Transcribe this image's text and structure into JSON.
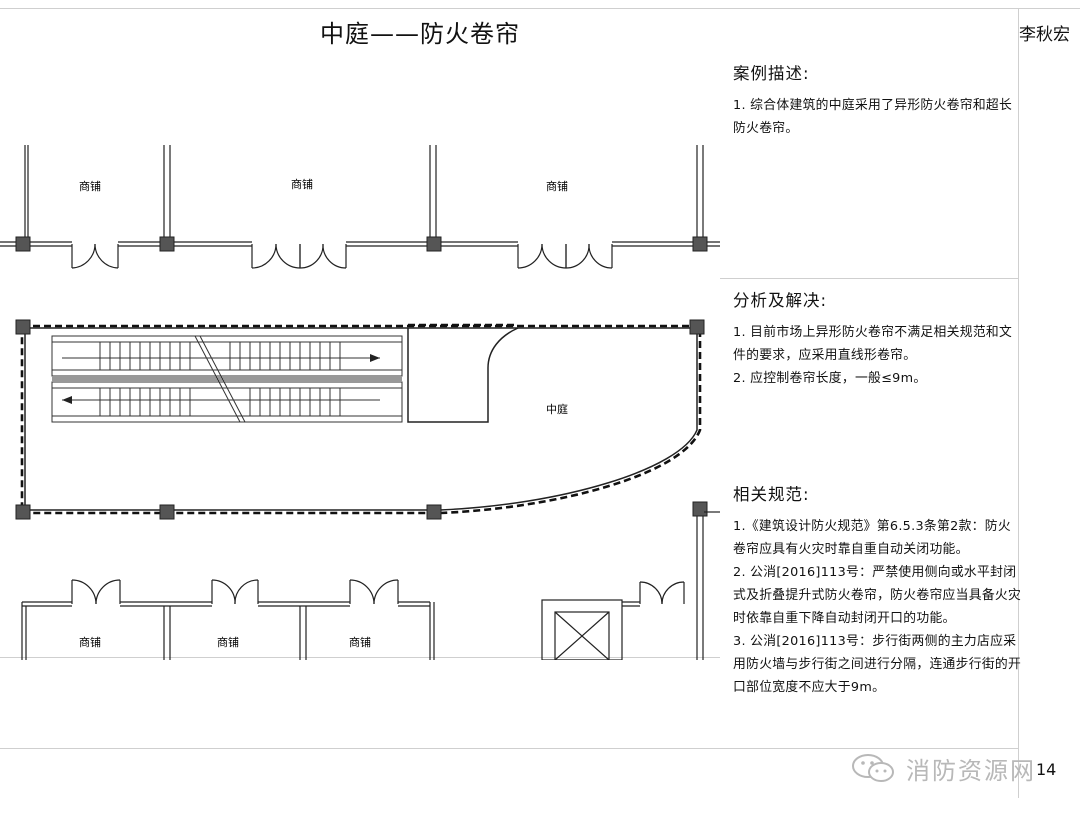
{
  "header": {
    "title": "中庭——防火卷帘",
    "author": "李秋宏"
  },
  "case": {
    "heading": "案例描述:",
    "lines": [
      "1. 综合体建筑的中庭采用了异形防火卷帘和超长防火卷帘。"
    ]
  },
  "analysis": {
    "heading": "分析及解决:",
    "lines": [
      "1. 目前市场上异形防火卷帘不满足相关规范和文件的要求，应采用直线形卷帘。",
      "2. 应控制卷帘长度，一般≤9m。"
    ]
  },
  "codes": {
    "heading": "相关规范:",
    "lines": [
      "1.《建筑设计防火规范》第6.5.3条第2款：防火卷帘应具有火灾时靠自重自动关闭功能。",
      "2. 公消[2016]113号：严禁使用侧向或水平封闭式及折叠提升式防火卷帘，防火卷帘应当具备火灾时依靠自重下降自动封闭开口的功能。",
      "3. 公消[2016]113号：步行街两侧的主力店应采用防火墙与步行街之间进行分隔，连通步行街的开口部位宽度不应大于9m。"
    ]
  },
  "plan": {
    "shop_label": "商铺",
    "atrium_label": "中庭",
    "top_shops": [
      "商铺",
      "商铺",
      "商铺"
    ],
    "bottom_shops": [
      "商铺",
      "商铺",
      "商铺"
    ]
  },
  "footer": {
    "watermark": "消防资源网",
    "page": "14"
  }
}
